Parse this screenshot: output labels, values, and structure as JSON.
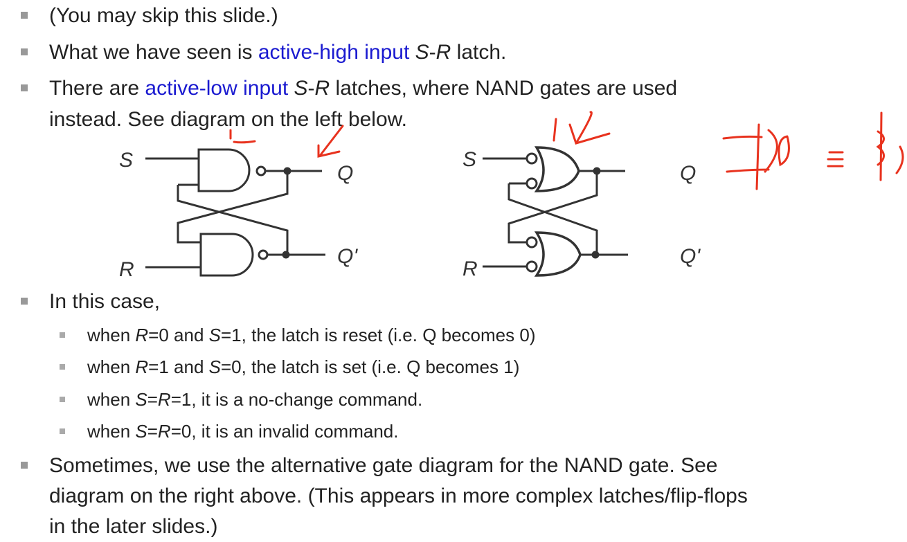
{
  "bullets": {
    "b1": "(You may skip this slide.)",
    "b2": {
      "a": "What we have seen is ",
      "hl": "active-high input",
      "sp": " ",
      "s": "S",
      "d": "-",
      "r": "R",
      "end": " latch."
    },
    "b3": {
      "a": "There are ",
      "hl": "active-low input",
      "sp": " ",
      "s": "S",
      "d": "-",
      "r": "R",
      "end": " latches, where NAND gates are used",
      "line2": "instead. See diagram on the left below."
    },
    "b4": "In this case,",
    "sub": [
      {
        "a": "when ",
        "v1": "R",
        "m": "=0 and ",
        "v2": "S",
        "end": "=1, the latch is reset (i.e. Q becomes 0)"
      },
      {
        "a": "when ",
        "v1": "R",
        "m": "=1 and ",
        "v2": "S",
        "end": "=0, the latch is set (i.e. Q becomes 1)"
      },
      {
        "a": "when ",
        "v1": "S",
        "m": "=",
        "v2": "R",
        "end": "=1, it is a no-change command."
      },
      {
        "a": "when ",
        "v1": "S",
        "m": "=",
        "v2": "R",
        "end": "=0, it is an invalid command."
      }
    ],
    "b5": [
      "Sometimes, we use the alternative gate diagram for the NAND gate. See",
      "diagram on the right above. (This appears in more complex latches/flip-flops",
      "in the later slides.)"
    ]
  },
  "diagrams": {
    "left": {
      "s": "S",
      "r": "R",
      "q": "Q",
      "qn": "Q'"
    },
    "right": {
      "s": "S",
      "r": "R",
      "q": "Q",
      "qn": "Q'"
    }
  },
  "colors": {
    "highlight": "#1a1ad0",
    "annotation": "#e8321e"
  }
}
